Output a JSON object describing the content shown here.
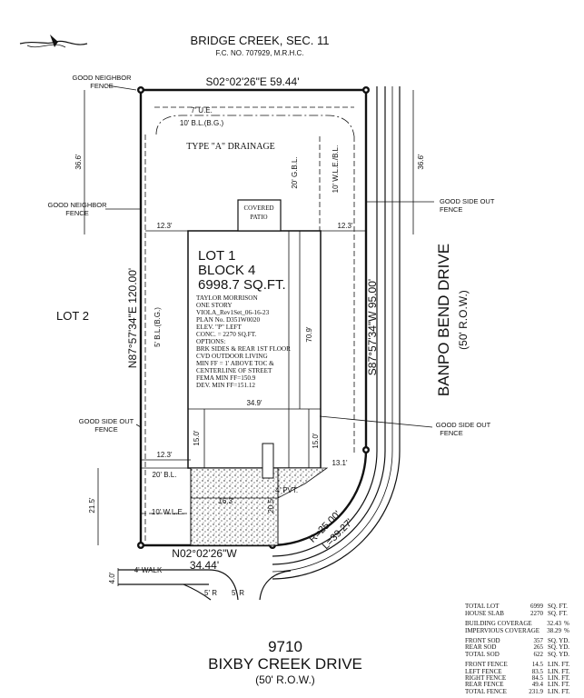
{
  "subdivision": {
    "name": "BRIDGE CREEK, SEC. 11",
    "recording": "F.C. NO. 707929, M.R.H.C."
  },
  "bearings": {
    "north": "S02°02'26\"E  59.44'",
    "west": "N87°57'34\"E  120.00'",
    "east": "S87°57'34\"W  95.00'",
    "south": "N02°02'26\"W",
    "south_dist": "34.44'",
    "curve_r": "R=25.00'",
    "curve_l": "L=39.27'"
  },
  "easements": {
    "ue": "7' U.E.",
    "bl_top": "10' B.L.(B.G.)",
    "drainage": "TYPE \"A\" DRAINAGE",
    "gbl": "20' G.B.L.",
    "wle_right": "10' W.L.E./B.L.",
    "bl_left": "5' B.L.(B.G.)",
    "bl_bottom": "20' B.L.",
    "wle_bottom": "10' W.L.E."
  },
  "dims": {
    "d366_left": "36.6'",
    "d366_right": "36.6'",
    "d123_left": "12.3'",
    "d123_right": "12.3'",
    "d709": "70.9'",
    "d349": "34.9'",
    "d150_left": "15.0'",
    "d150_right": "15.0'",
    "d123_bottom": "12.3'",
    "d131": "13.1'",
    "d163": "16.3'",
    "d205": "20.5'",
    "d215": "21.5'",
    "d40": "4.0'",
    "pvt": "4' PVT.",
    "walk": "4' WALK",
    "r5_left": "5' R",
    "r5_right": "5' R"
  },
  "labels": {
    "good_neighbor_top": [
      "GOOD NEIGHBOR",
      "FENCE"
    ],
    "good_neighbor_left": [
      "GOOD NEIGHBOR",
      "FENCE"
    ],
    "good_side_right_top": [
      "GOOD SIDE OUT",
      "FENCE"
    ],
    "good_side_left": [
      "GOOD SIDE OUT",
      "FENCE"
    ],
    "good_side_right_bottom": [
      "GOOD SIDE OUT",
      "FENCE"
    ],
    "covered_patio": [
      "COVERED",
      "PATIO"
    ],
    "lot2": "LOT 2"
  },
  "lot": {
    "line1": "LOT 1",
    "line2": "BLOCK 4",
    "line3": "6998.7 SQ.FT.",
    "details": [
      "TAYLOR MORRISON",
      "ONE STORY",
      "VIOLA_Rev1Set_06-16-23",
      "PLAN No. D351W0020",
      "ELEV. \"P\" LEFT",
      "CONC. = 2270 SQ.FT.",
      "OPTIONS:",
      "BRK SIDES & REAR 1ST FLOOR",
      "CVD OUTDOOR LIVING",
      "MIN FF = 1' ABOVE TOC &",
      "CENTERLINE OF STREET",
      "FEMA  MIN FF=150.9",
      "DEV.  MIN FF=151.12"
    ]
  },
  "streets": {
    "banpo": "BANPO BEND DRIVE",
    "banpo_row": "(50' R.O.W.)",
    "address": "9710",
    "bixby": "BIXBY CREEK DRIVE",
    "bixby_row": "(50' R.O.W.)"
  },
  "table": [
    {
      "label": "TOTAL LOT",
      "value": "6999",
      "unit": "SQ. FT."
    },
    {
      "label": "HOUSE SLAB",
      "value": "2270",
      "unit": "SQ. FT."
    },
    {
      "label": "BUILDING COVERAGE",
      "value": "32.43",
      "unit": "%"
    },
    {
      "label": "IMPERVIOUS COVERAGE",
      "value": "38.29",
      "unit": "%"
    },
    {
      "label": "FRONT SOD",
      "value": "357",
      "unit": "SQ. YD."
    },
    {
      "label": "REAR SOD",
      "value": "265",
      "unit": "SQ. YD."
    },
    {
      "label": "TOTAL SOD",
      "value": "622",
      "unit": "SQ. YD."
    },
    {
      "label": "FRONT FENCE",
      "value": "14.5",
      "unit": "LIN. FT."
    },
    {
      "label": "LEFT FENCE",
      "value": "83.5",
      "unit": "LIN. FT."
    },
    {
      "label": "RIGHT FENCE",
      "value": "84.5",
      "unit": "LIN. FT."
    },
    {
      "label": "REAR FENCE",
      "value": "49.4",
      "unit": "LIN. FT."
    },
    {
      "label": "TOTAL FENCE",
      "value": "231.9",
      "unit": "LIN. FT."
    }
  ]
}
